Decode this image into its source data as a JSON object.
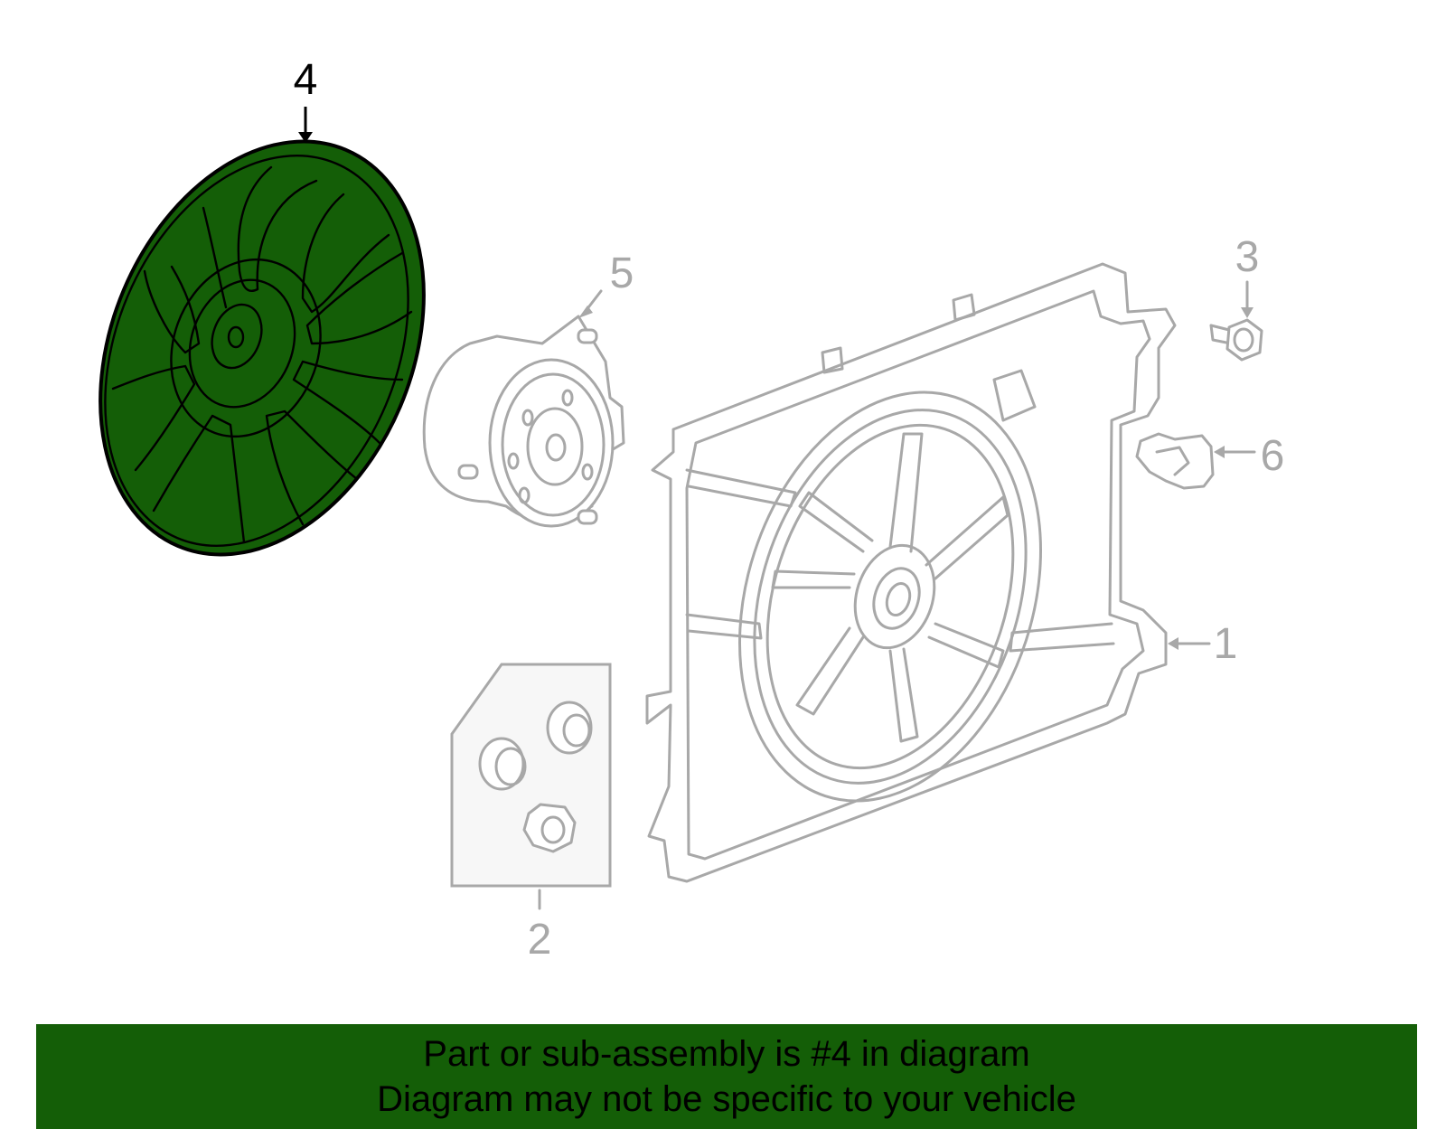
{
  "callouts": {
    "fan": "4",
    "motor": "5",
    "shroud": "1",
    "kit": "2",
    "bolt": "3",
    "connector": "6"
  },
  "banner": {
    "line1": "Part or sub-assembly is #4 in diagram",
    "line2": "Diagram may not be specific to your vehicle"
  },
  "colors": {
    "highlight": "#145e07",
    "part_outline": "#a8a8a8",
    "banner_bg": "#145e07"
  }
}
